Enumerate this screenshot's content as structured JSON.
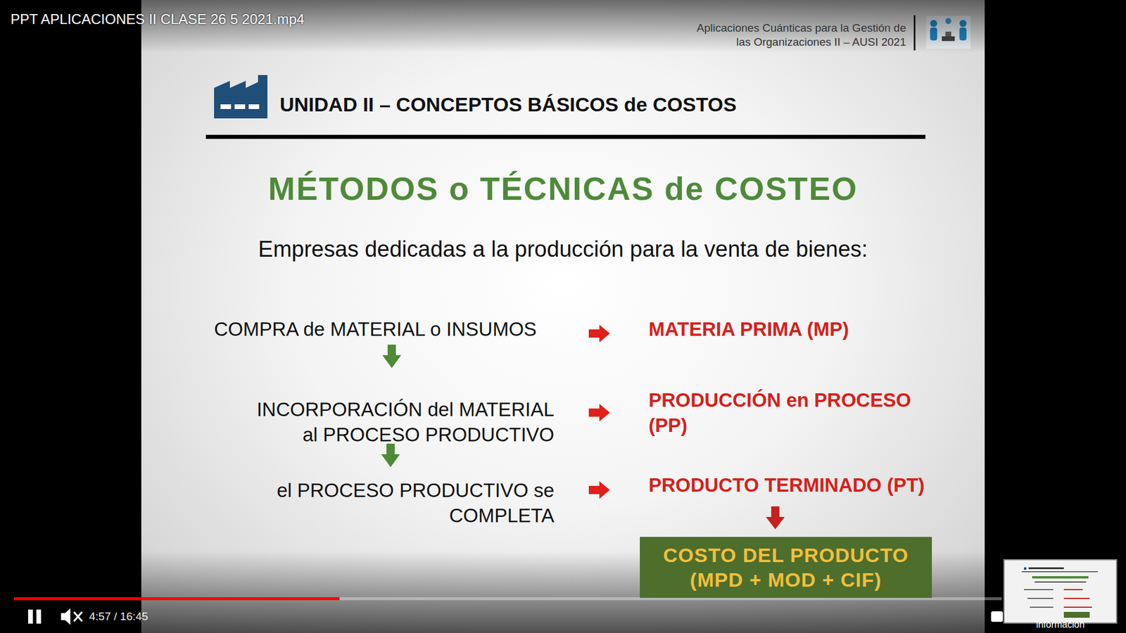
{
  "diagram": {
    "title": "MÉTODOS o TÉCNICAS de COSTEO",
    "nodes": [
      {
        "text": [
          "COSTO DEL PRODUCTO (MPD + MOD + CIF)"
        ]
      }
    ],
    "labels": [
      "PPT APLICACIONES II CLASE 26 5 2021.mp4",
      "Aplicaciones Cuánticas para la Gestión de",
      "las Organizaciones II – AUSI 2021",
      "UNIDAD II – CONCEPTOS BÁSICOS de COSTOS",
      "Empresas dedicadas a la producción para la venta de bienes:",
      "COMPRA de MATERIAL o INSUMOS",
      "INCORPORACIÓN del MATERIAL al PROCESO PRODUCTIVO",
      "el PROCESO PRODUCTIVO se COMPLETA",
      "MATERIA PRIMA (MP)",
      "PRODUCCIÓN en PROCESO (PP)",
      "PRODUCTO TERMINADO (PT)",
      "4:57 / 16:45",
      "información"
    ]
  }
}
